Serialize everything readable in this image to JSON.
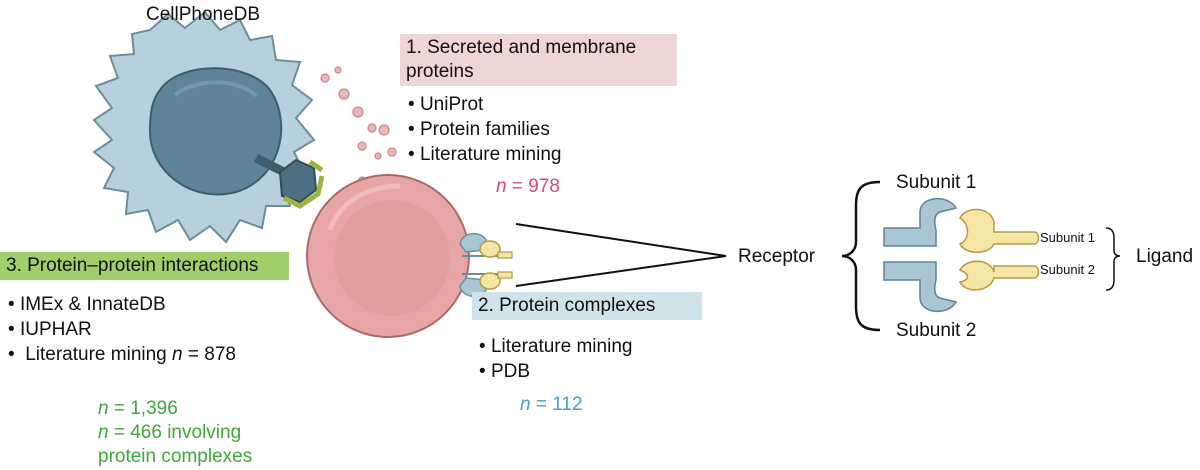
{
  "title": "CellPhoneDB",
  "colors": {
    "pink_box": "#efd6d3",
    "green_box": "#9fce6a",
    "blue_box": "#cfe3ea",
    "pink_text": "#e0457a",
    "green_text": "#3ea83a",
    "blue_text": "#4f9cc4",
    "receptor_blue": "#a9c6d3",
    "ligand_yellow": "#f5e6a6",
    "cell_red": "#e7a6a5",
    "cell_blue": "#b7d1dc"
  },
  "section1": {
    "heading": "1. Secreted and membrane proteins",
    "bullets": [
      "UniProt",
      "Protein families",
      "Literature mining"
    ],
    "n_symbol": "n",
    "n_value": "= 978"
  },
  "section2": {
    "heading": "2. Protein complexes",
    "bullets": [
      "Literature mining",
      "PDB"
    ],
    "n_symbol": "n",
    "n_value": "= 112"
  },
  "section3": {
    "heading": "3. Protein–protein interactions",
    "bullets": [
      "IMEx & InnateDB",
      "IUPHAR",
      "Literature mining"
    ],
    "bullet3_n_symbol": "n",
    "bullet3_n_value": "= 878",
    "totals": [
      {
        "n_symbol": "n",
        "text": "= 1,396"
      },
      {
        "n_symbol": "n",
        "text": "= 466 involving"
      },
      {
        "n_symbol": "",
        "text": "protein complexes"
      }
    ]
  },
  "complex_diagram": {
    "receptor_label": "Receptor",
    "ligand_label": "Ligand",
    "receptor_subunit_top": "Subunit 1",
    "receptor_subunit_bottom": "Subunit 2",
    "ligand_subunit_top": "Subunit 1",
    "ligand_subunit_bottom": "Subunit 2"
  }
}
